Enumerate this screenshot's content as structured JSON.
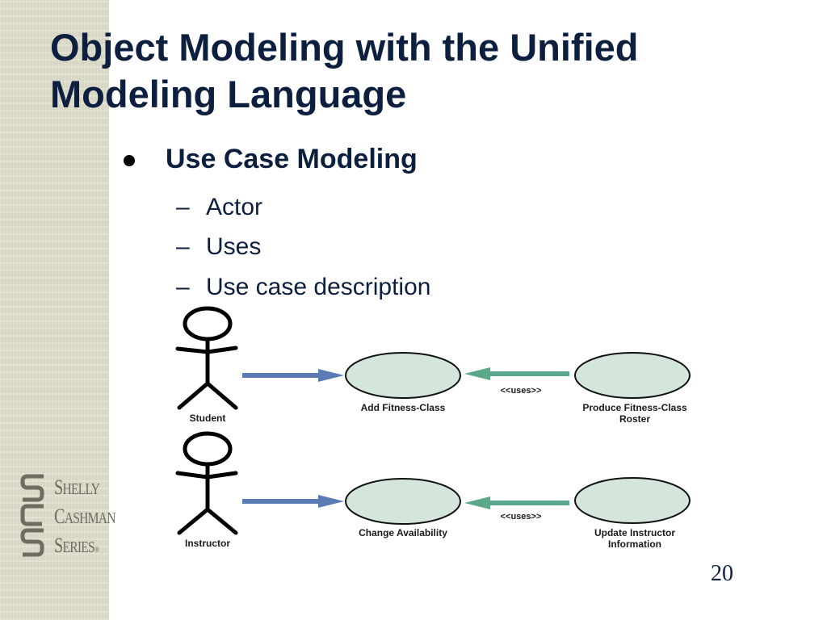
{
  "slide": {
    "title": "Object Modeling with the Unified Modeling Language",
    "bullet": "Use Case Modeling",
    "sub_items": [
      {
        "dash": "–",
        "label": "Actor"
      },
      {
        "dash": "–",
        "label": "Uses"
      },
      {
        "dash": "–",
        "label": "Use case description"
      }
    ],
    "page_number": "20"
  },
  "logo": {
    "line1_cap": "S",
    "line1_rest": "HELLY",
    "line2_cap": "C",
    "line2_rest": "ASHMAN",
    "line3_cap": "S",
    "line3_rest": "ERIES",
    "registered": "®"
  },
  "diagram": {
    "actors": [
      {
        "label": "Student"
      },
      {
        "label": "Instructor"
      }
    ],
    "use_cases": [
      {
        "label_line1": "Add Fitness-Class",
        "label_line2": ""
      },
      {
        "label_line1": "Produce Fitness-Class",
        "label_line2": "Roster"
      },
      {
        "label_line1": "Change Availability",
        "label_line2": ""
      },
      {
        "label_line1": "Update Instructor",
        "label_line2": "Information"
      }
    ],
    "relationships": [
      {
        "label": "<<uses>>"
      },
      {
        "label": "<<uses>>"
      }
    ],
    "colors": {
      "use_case_fill": "#d4e5dc",
      "actor_arrow": "#5b7bb5",
      "uses_arrow": "#5aa78a"
    }
  },
  "colors": {
    "title": "#0d1f3f",
    "band": "#d8d7c3"
  }
}
